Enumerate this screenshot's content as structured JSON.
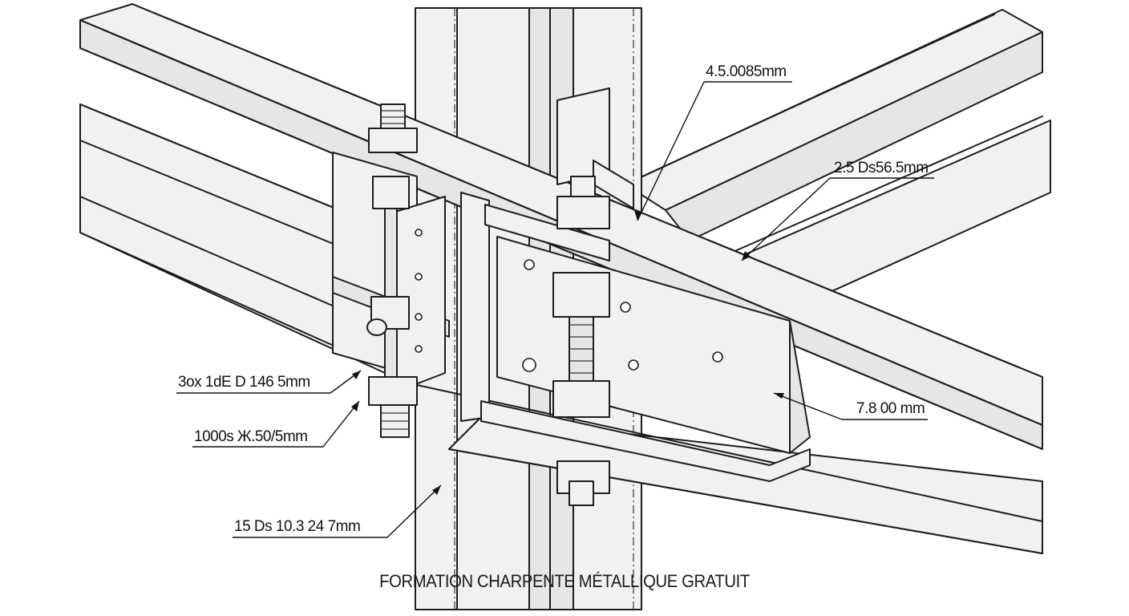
{
  "diagram": {
    "title": "FORMATION CHARPENTE MÉTALLIQUE GRATUIT",
    "dimensions": [
      {
        "id": "dim-top",
        "text": "4.5.0085mm"
      },
      {
        "id": "dim-right-upper",
        "text": "2.5 Ds56.5mm"
      },
      {
        "id": "dim-right-lower",
        "text": "7.8 00 mm"
      },
      {
        "id": "dim-left-upper",
        "text": "3ox 1dE D 146 5mm"
      },
      {
        "id": "dim-left-middle",
        "text": "1000s Ж.50/5mm"
      },
      {
        "id": "dim-left-lower",
        "text": "15 Ds 10.3 24 7mm"
      }
    ]
  }
}
